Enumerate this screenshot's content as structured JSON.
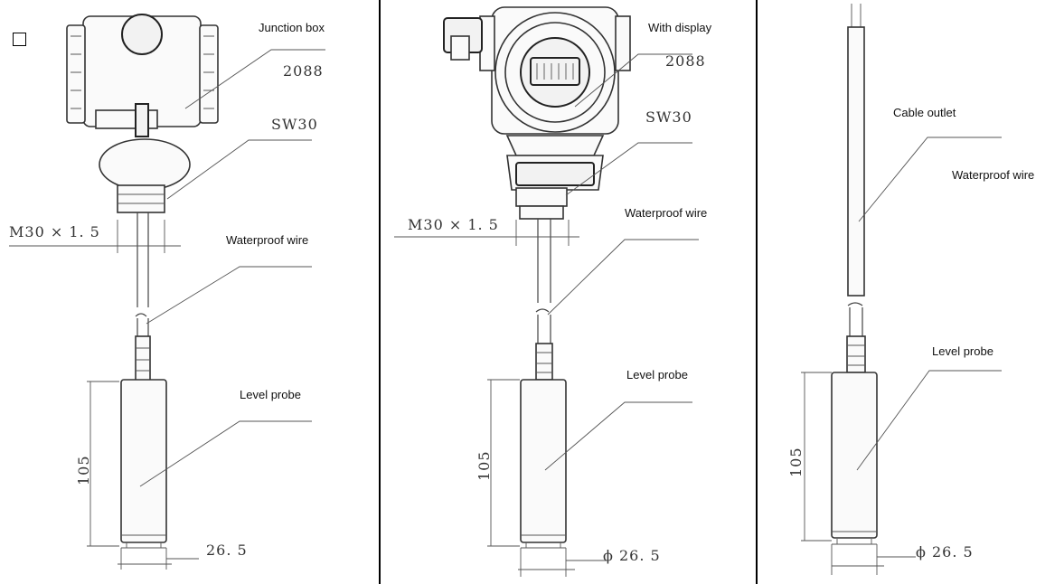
{
  "panel_1": {
    "model": "2088",
    "label_junction": "Junction box",
    "wrench": "SW30",
    "thread": "M30 × 1. 5",
    "label_wire": "Waterproof wire",
    "label_probe": "Level probe",
    "length": "105",
    "diameter": "26. 5"
  },
  "panel_2": {
    "model": "2088",
    "label_display": "With display",
    "wrench": "SW30",
    "thread": "M30 × 1. 5",
    "label_wire": "Waterproof wire",
    "label_probe": "Level probe",
    "length": "105",
    "diameter": "ϕ 26. 5"
  },
  "panel_3": {
    "label_cable": "Cable outlet",
    "label_wire": "Waterproof wire",
    "label_probe": "Level probe",
    "length": "105",
    "diameter": "ϕ 26. 5"
  }
}
